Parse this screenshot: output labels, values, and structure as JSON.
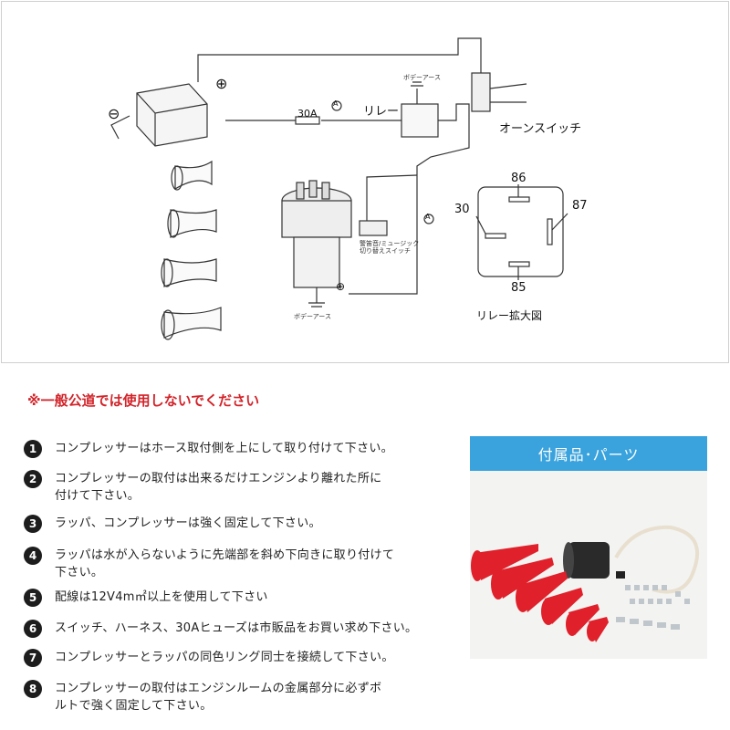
{
  "diagram": {
    "labels": {
      "minus": "⊖",
      "plus": "⊕",
      "fuse": "30A",
      "a_mark": "A",
      "relay": "リレー",
      "body_earth_top": "ボデーアース",
      "horn_switch": "オーンスイッチ",
      "selector": "警笛音/ミュージック\n切り替えスイッチ",
      "body_earth_bottom": "ボデーアース",
      "relay_86": "86",
      "relay_30": "30",
      "relay_87": "87",
      "relay_85": "85",
      "relay_zoom": "リレー拡大図"
    }
  },
  "warning": "※一般公道では使用しないでください",
  "steps": [
    {
      "num": "1",
      "text": "コンプレッサーはホース取付側を上にして取り付けて下さい。"
    },
    {
      "num": "2",
      "text": "コンプレッサーの取付は出来るだけエンジンより離れた所に\n付けて下さい。"
    },
    {
      "num": "3",
      "text": "ラッパ、コンプレッサーは強く固定して下さい。"
    },
    {
      "num": "4",
      "text": "ラッパは水が入らないように先端部を斜め下向きに取り付けて\n下さい。"
    },
    {
      "num": "5",
      "text": "配線は12V4m㎡以上を使用して下さい"
    },
    {
      "num": "6",
      "text": "スイッチ、ハーネス、30Aヒューズは市販品をお買い求め下さい。"
    },
    {
      "num": "7",
      "text": "コンプレッサーとラッパの同色リング同士を接続して下さい。"
    },
    {
      "num": "8",
      "text": "コンプレッサーの取付はエンジンルームの金属部分に必ずボ\nルトで強く固定して下さい。"
    }
  ],
  "parts": {
    "title": "付属品･パーツ",
    "header_color": "#3aa3dd",
    "horn_color": "#e0202a"
  }
}
